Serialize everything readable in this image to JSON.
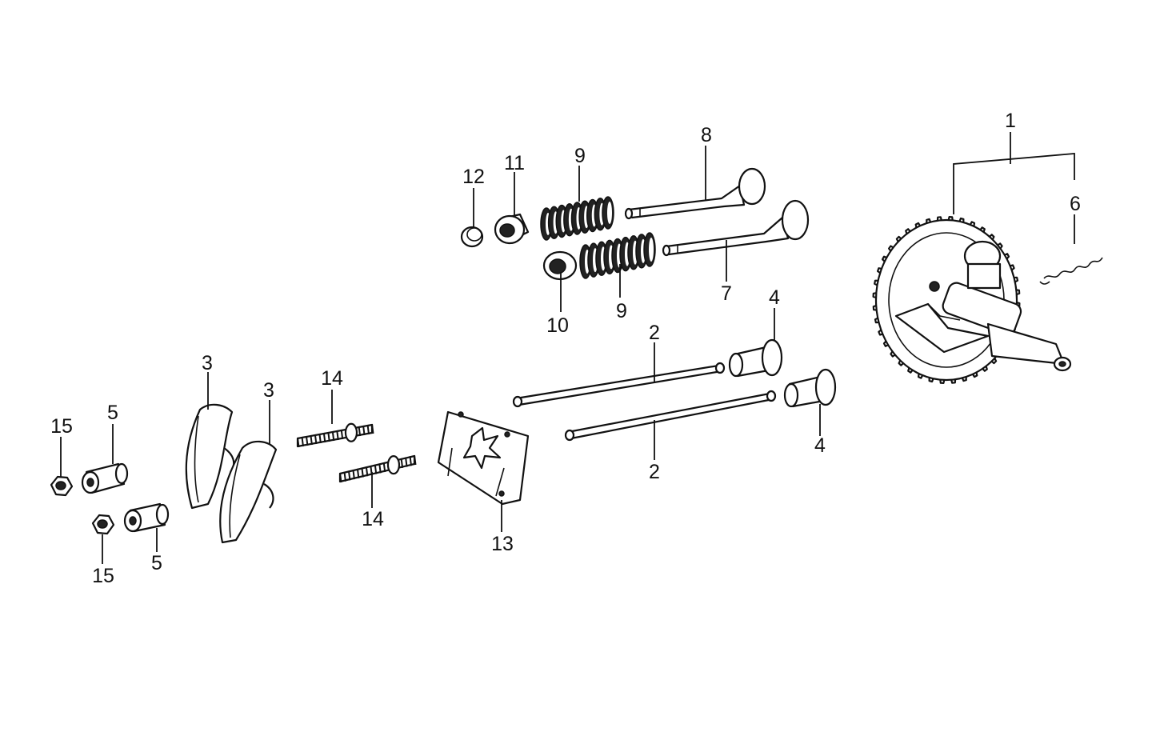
{
  "diagram": {
    "callouts": {
      "c1": "1",
      "c2a": "2",
      "c2b": "2",
      "c3a": "3",
      "c3b": "3",
      "c4a": "4",
      "c4b": "4",
      "c5a": "5",
      "c5b": "5",
      "c6": "6",
      "c7": "7",
      "c8": "8",
      "c9a": "9",
      "c9b": "9",
      "c10": "10",
      "c11": "11",
      "c12": "12",
      "c13": "13",
      "c14a": "14",
      "c14b": "14",
      "c15a": "15",
      "c15b": "15"
    }
  }
}
